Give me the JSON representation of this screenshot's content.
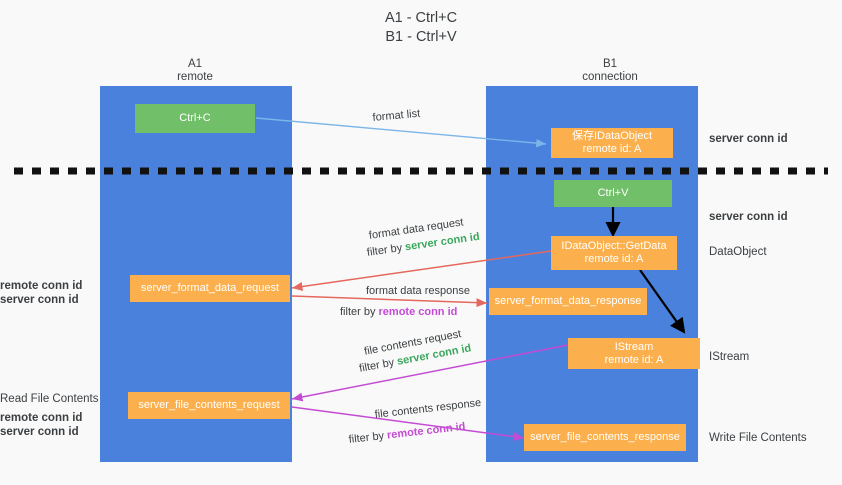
{
  "title": "A1 - Ctrl+C\nB1 - Ctrl+V",
  "colors": {
    "lane_blue": "#4a81dd",
    "node_green": "#72bf6a",
    "node_orange": "#fbb04d",
    "background": "#f9f9f9",
    "server_conn_id": "#3aa75c",
    "remote_conn_id": "#c44bd4",
    "arrow_blue": "#7cb5e8",
    "arrow_red": "#e4685d",
    "arrow_purple": "#c44bd4",
    "arrow_black": "#000000",
    "divider_black": "#111111"
  },
  "lanes": [
    {
      "id": "a1",
      "header": "A1\nremote"
    },
    {
      "id": "b1",
      "header": "B1\nconnection"
    }
  ],
  "nodes": [
    {
      "id": "ctrl_c",
      "lane": "a1",
      "kind": "green",
      "label": "Ctrl+C"
    },
    {
      "id": "save_idataobject",
      "lane": "b1",
      "kind": "orange",
      "label": "保存IDataObject\nremote id: A"
    },
    {
      "id": "ctrl_v",
      "lane": "b1",
      "kind": "green",
      "label": "Ctrl+V"
    },
    {
      "id": "idataobject_getdata",
      "lane": "b1",
      "kind": "orange",
      "label": "IDataObject::GetData\nremote id: A"
    },
    {
      "id": "server_format_data_request",
      "lane": "a1",
      "kind": "orange",
      "label": "server_format_data_request"
    },
    {
      "id": "server_format_data_response",
      "lane": "b1",
      "kind": "orange",
      "label": "server_format_data_response"
    },
    {
      "id": "istream",
      "lane": "b1",
      "kind": "orange",
      "label": "IStream\nremote id: A"
    },
    {
      "id": "server_file_contents_request",
      "lane": "a1",
      "kind": "orange",
      "label": "server_file_contents_request"
    },
    {
      "id": "server_file_contents_response",
      "lane": "b1",
      "kind": "orange",
      "label": "server_file_contents_response"
    }
  ],
  "edge_labels": {
    "format_list": "format list",
    "format_data_request": "format data request",
    "format_data_request_filter_prefix": "filter by ",
    "format_data_request_filter_key": "server conn id",
    "format_data_response": "format data response",
    "format_data_response_filter_prefix": "filter by ",
    "format_data_response_filter_key": "remote conn id",
    "file_contents_request": "file contents request",
    "file_contents_request_filter_prefix": "filter by ",
    "file_contents_request_filter_key": "server conn id",
    "file_contents_response": "file contents response",
    "file_contents_response_filter_prefix": "filter by ",
    "file_contents_response_filter_key": "remote conn id"
  },
  "right_labels": [
    {
      "id": "server-conn-id-1",
      "text": "server conn id",
      "kind": "green"
    },
    {
      "id": "server-conn-id-2",
      "text": "server conn id",
      "kind": "green"
    },
    {
      "id": "dataobject",
      "text": "DataObject",
      "kind": "plain"
    },
    {
      "id": "istream-label",
      "text": "IStream",
      "kind": "plain"
    },
    {
      "id": "write-file",
      "text": "Write File Contents",
      "kind": "plain"
    }
  ],
  "left_labels": {
    "group1_remote": "remote conn id",
    "group1_server": "server conn id",
    "read_file_contents": "Read File Contents",
    "group2_remote": "remote conn id",
    "group2_server": "server conn id"
  }
}
